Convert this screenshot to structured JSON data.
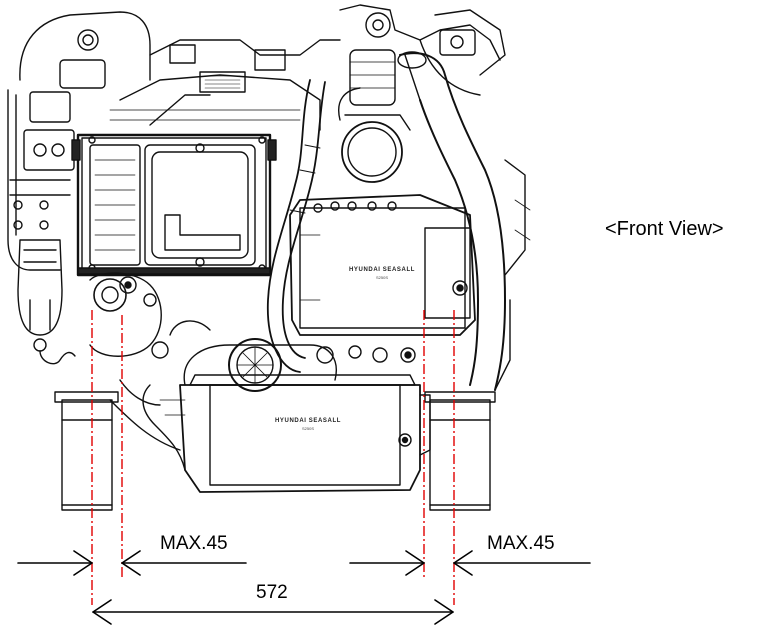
{
  "view_label": "<Front View>",
  "dimensions": {
    "left_tolerance": "MAX.45",
    "right_tolerance": "MAX.45",
    "overall_width": "572"
  },
  "engine": {
    "upper_nameplate": "HYUNDAI SEASALL",
    "lower_nameplate": "HYUNDAI SEASALL",
    "upper_subtext": "S250S",
    "lower_subtext": "S250S"
  },
  "colors": {
    "centerline": "#e00000",
    "drawing": "#111111",
    "dimension": "#000000"
  }
}
